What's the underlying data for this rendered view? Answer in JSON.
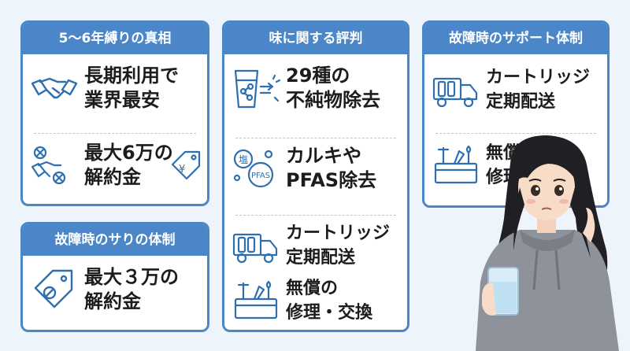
{
  "colors": {
    "accent": "#4a86c8",
    "background": "#eef4fb",
    "icon": "#2f6fb0"
  },
  "card1": {
    "title": "5～6年縛りの真相",
    "items": [
      {
        "icon": "handshake-icon",
        "lines": [
          "長期利用で",
          "業界最安"
        ]
      },
      {
        "icon": "handshake-cross-price-tag-icon",
        "lines": [
          "最大6万の",
          "解約金"
        ]
      }
    ]
  },
  "card2": {
    "title": "味に関する評判",
    "items": [
      {
        "icon": "water-filter-glass-icon",
        "lines": [
          "29種の",
          "不純物除去"
        ]
      },
      {
        "icon": "chlorine-pfas-icon",
        "lines": [
          "カルキや",
          "PFAS除去"
        ]
      },
      {
        "icon": "delivery-truck-icon",
        "lines": [
          "カートリッジ",
          "定期配送"
        ]
      },
      {
        "icon": "toolbox-icon",
        "lines": [
          "無償の",
          "修理・交換"
        ]
      }
    ],
    "icon_labels": {
      "chlorine": "塩",
      "pfas": "PFAS"
    }
  },
  "card3": {
    "title": "故障時のサポート体制",
    "items": [
      {
        "icon": "delivery-truck-icon",
        "lines": [
          "カートリッジ",
          "定期配送"
        ]
      },
      {
        "icon": "toolbox-icon",
        "lines": [
          "無償の",
          "修理・交換"
        ]
      }
    ]
  },
  "card4": {
    "title": "故障時のサりの体制",
    "items": [
      {
        "icon": "price-tag-icon",
        "lines": [
          "最大３万の",
          "解約金"
        ]
      }
    ]
  },
  "person": {
    "icon": "worried-woman-with-glass-icon"
  }
}
